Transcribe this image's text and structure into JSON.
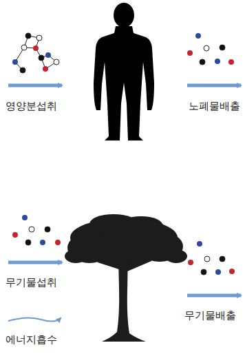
{
  "diagram": {
    "labels": [
      "영양분섭취",
      "노폐물배출",
      "무기물섭취",
      "에너지흡수",
      "무기물배출"
    ]
  }
}
